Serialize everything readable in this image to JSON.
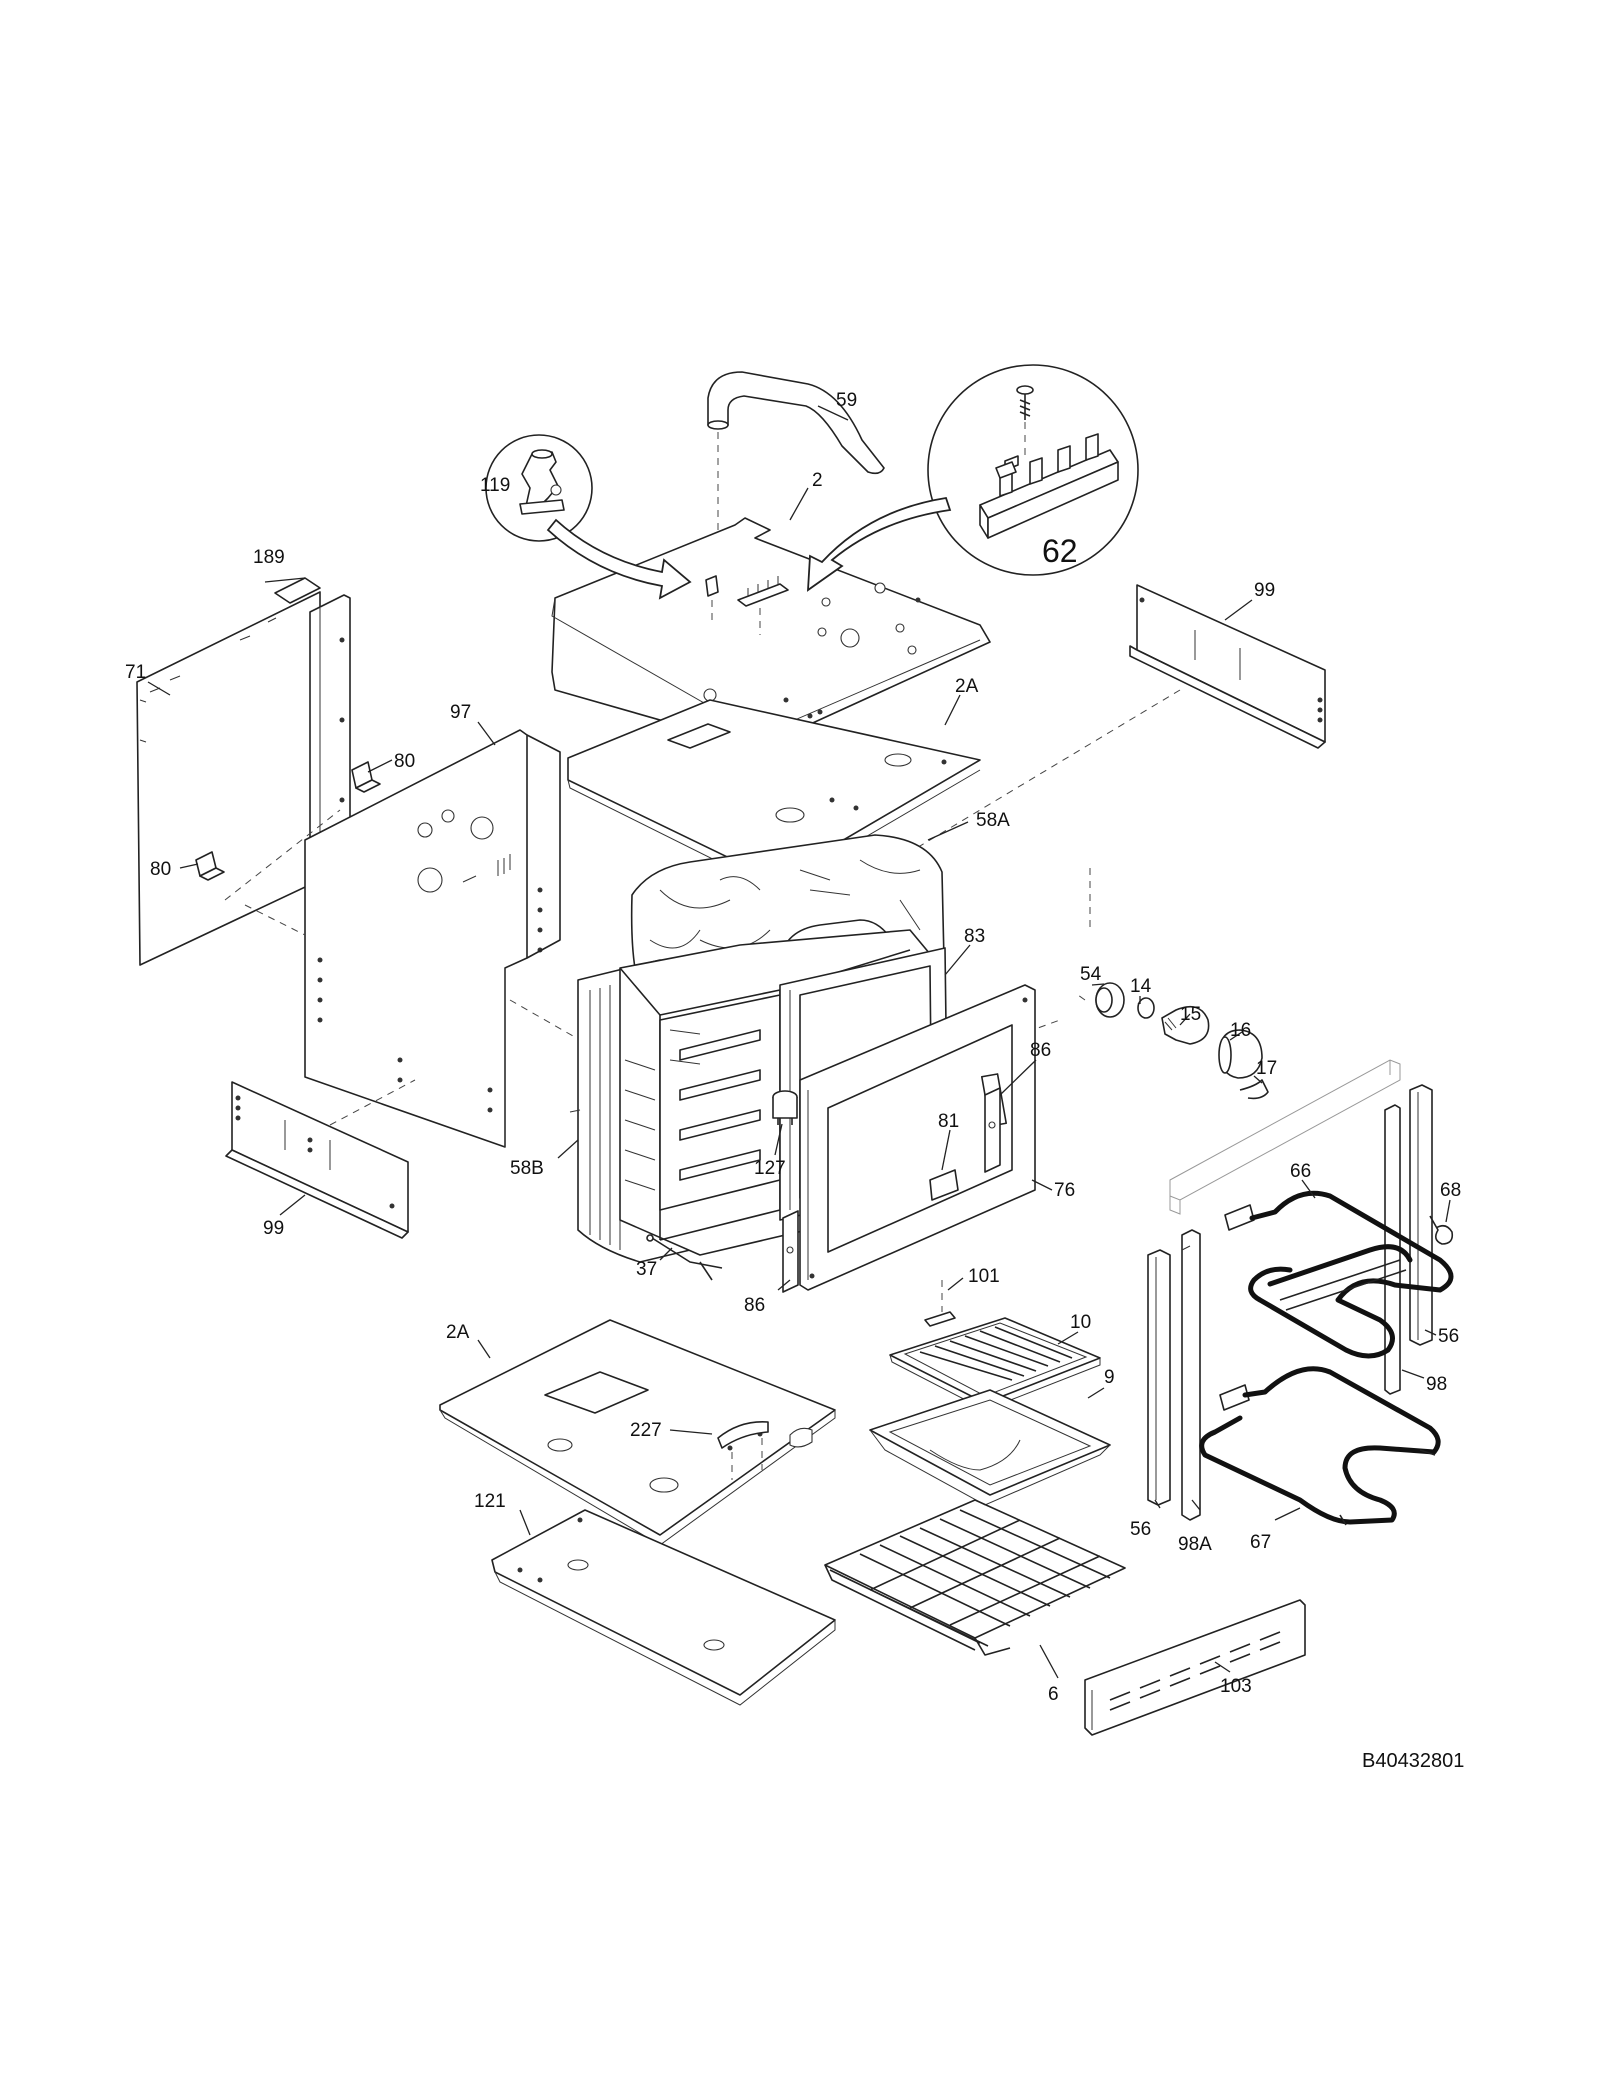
{
  "diagram": {
    "drawing_number": "B40432801",
    "labels": [
      {
        "id": "59",
        "text": "59"
      },
      {
        "id": "2",
        "text": "2"
      },
      {
        "id": "119",
        "text": "119"
      },
      {
        "id": "62",
        "text": "62"
      },
      {
        "id": "189",
        "text": "189"
      },
      {
        "id": "99-top",
        "text": "99"
      },
      {
        "id": "71",
        "text": "71"
      },
      {
        "id": "97",
        "text": "97"
      },
      {
        "id": "2A-top",
        "text": "2A"
      },
      {
        "id": "80-upper",
        "text": "80"
      },
      {
        "id": "58A",
        "text": "58A"
      },
      {
        "id": "80-lower",
        "text": "80"
      },
      {
        "id": "83",
        "text": "83"
      },
      {
        "id": "54",
        "text": "54"
      },
      {
        "id": "14",
        "text": "14"
      },
      {
        "id": "15",
        "text": "15"
      },
      {
        "id": "16",
        "text": "16"
      },
      {
        "id": "86-right",
        "text": "86"
      },
      {
        "id": "17",
        "text": "17"
      },
      {
        "id": "81",
        "text": "81"
      },
      {
        "id": "66",
        "text": "66"
      },
      {
        "id": "127",
        "text": "127"
      },
      {
        "id": "58B",
        "text": "58B"
      },
      {
        "id": "76",
        "text": "76"
      },
      {
        "id": "68",
        "text": "68"
      },
      {
        "id": "99-bottom",
        "text": "99"
      },
      {
        "id": "37",
        "text": "37"
      },
      {
        "id": "101",
        "text": "101"
      },
      {
        "id": "86-left",
        "text": "86"
      },
      {
        "id": "10",
        "text": "10"
      },
      {
        "id": "56-right",
        "text": "56"
      },
      {
        "id": "2A-bottom",
        "text": "2A"
      },
      {
        "id": "9",
        "text": "9"
      },
      {
        "id": "98",
        "text": "98"
      },
      {
        "id": "227",
        "text": "227"
      },
      {
        "id": "121",
        "text": "121"
      },
      {
        "id": "56-left",
        "text": "56"
      },
      {
        "id": "98A",
        "text": "98A"
      },
      {
        "id": "67",
        "text": "67"
      },
      {
        "id": "103",
        "text": "103"
      },
      {
        "id": "6",
        "text": "6"
      }
    ]
  }
}
